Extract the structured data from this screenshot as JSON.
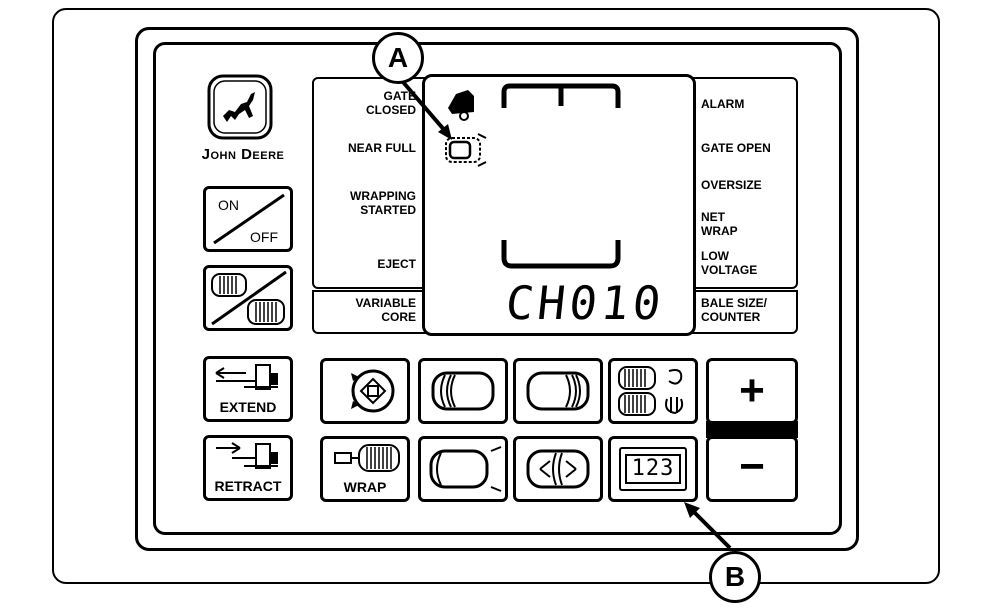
{
  "brand": {
    "name": "John Deere"
  },
  "display": {
    "left_labels": [
      "GATE\nCLOSED",
      "NEAR FULL",
      "WRAPPING\nSTARTED",
      "EJECT"
    ],
    "right_labels": [
      "ALARM",
      "GATE OPEN",
      "OVERSIZE",
      "NET\nWRAP",
      "LOW\nVOLTAGE"
    ],
    "bottom_left_label": "VARIABLE\nCORE",
    "bottom_right_label": "BALE SIZE/\nCOUNTER",
    "readout": "CH010"
  },
  "buttons": {
    "on_label": "ON",
    "off_label": "OFF",
    "extend_label": "EXTEND",
    "retract_label": "RETRACT",
    "wrap_label": "WRAP",
    "plus_label": "+",
    "minus_label": "−",
    "counter_digits": "123"
  },
  "callouts": {
    "a": "A",
    "b": "B"
  }
}
